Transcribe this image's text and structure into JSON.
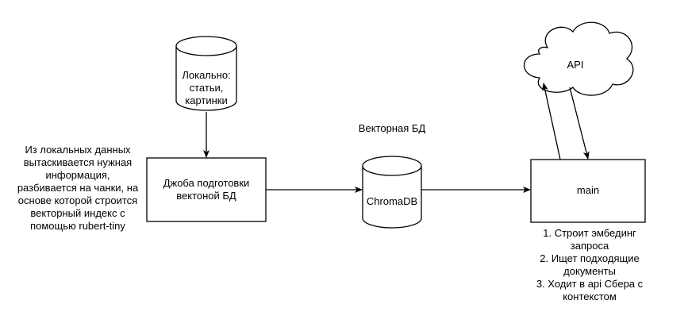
{
  "nodes": {
    "local_db": {
      "label": "Локально:\nстатьи,\nкартинки"
    },
    "job_box": {
      "label": "Джоба подготовки\nвектоной БД"
    },
    "vector_db_title": {
      "label": "Векторная БД"
    },
    "chroma_db": {
      "label": "ChromaDB"
    },
    "main_box": {
      "label": "main"
    },
    "api_cloud": {
      "label": "API"
    }
  },
  "annotations": {
    "left_note": "Из локальных данных\nвытаскивается нужная\nинформация,\nразбивается на чанки, на\nоснове которой строится\nвекторный индекс с\nпомощью rubert-tiny",
    "main_steps": "1. Строит эмбединг\nзапроса\n2. Ищет подходящие\nдокументы\n3. Ходит в api Сбера с\nконтекстом"
  },
  "colors": {
    "stroke": "#000000",
    "fill": "#ffffff"
  }
}
